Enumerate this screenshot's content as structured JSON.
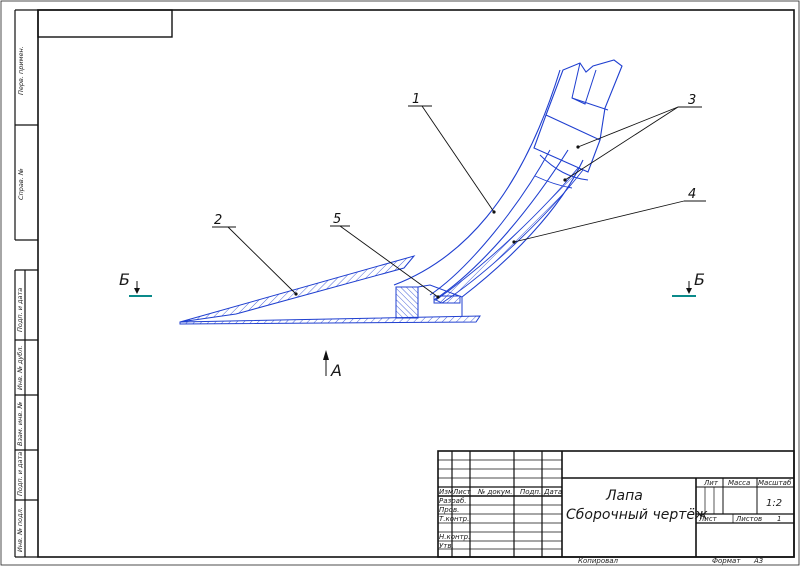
{
  "sheet": {
    "side_stamp": [
      "Перв. примен.",
      "Справ. №",
      "Подп. и дата",
      "Инв. № дубл.",
      "Взам. инв. №",
      "Подп. и дата",
      "Инв. № подл."
    ]
  },
  "drawing": {
    "callouts": [
      "1",
      "2",
      "3",
      "4",
      "5"
    ],
    "section_left": "Б",
    "section_right": "Б",
    "view_arrow": "А"
  },
  "title_block": {
    "headers": {
      "izm": "Изм",
      "list": "Лист",
      "doc": "№ докум.",
      "podp": "Подп.",
      "data": "Дата"
    },
    "roles": [
      "Разраб.",
      "Пров.",
      "Т.контр.",
      "",
      "Н.контр.",
      "Утв."
    ],
    "title_line1": "Лапа",
    "title_line2": "Сборочный чертёж",
    "lit": "Лит",
    "massa": "Масса",
    "masshtab": "Масштаб",
    "scale": "1:2",
    "sheet_label": "Лист",
    "sheets_label": "Листов",
    "sheets_count": "1",
    "copied": "Копировал",
    "format": "Формат",
    "format_value": "А3"
  }
}
